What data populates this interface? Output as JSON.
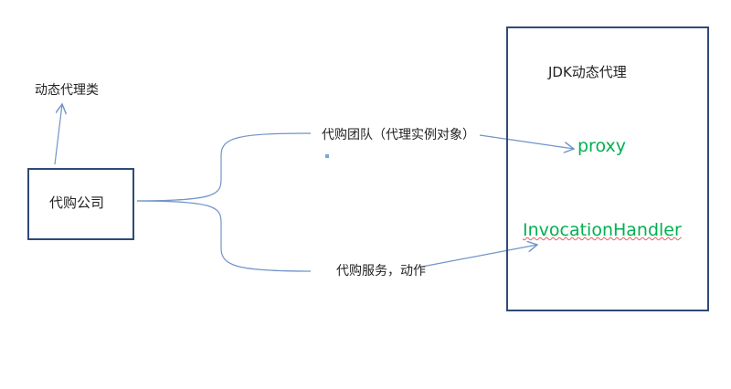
{
  "nodes": {
    "dynamic_proxy_class": "动态代理类",
    "agent_company": "代购公司",
    "agent_team": "代购团队（代理实例对象）",
    "agent_service": "代购服务，动作",
    "jdk_title": "JDK动态代理",
    "proxy": "proxy",
    "invocation_handler": "InvocationHandler"
  },
  "colors": {
    "line": "#7094c8",
    "box": "#2f4a7a",
    "green": "#00b050"
  }
}
